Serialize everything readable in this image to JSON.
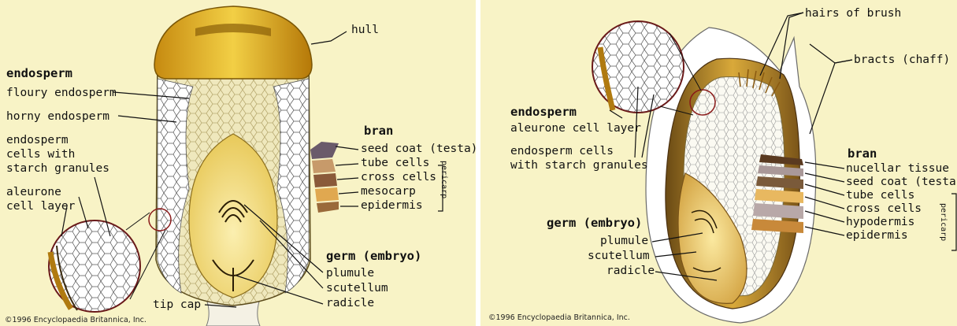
{
  "colors": {
    "background": "#f8f3c6",
    "hull": "#e2b21c",
    "endosperm": "#eee7b8",
    "germ": "#f6e28a",
    "line": "#111111"
  },
  "left": {
    "endosperm_heading": "endosperm",
    "floury": "floury endosperm",
    "horny": "horny endosperm",
    "cells_line1": "endosperm",
    "cells_line2": "cells with",
    "cells_line3": "starch granules",
    "aleurone_line1": "aleurone",
    "aleurone_line2": "cell layer",
    "hull": "hull",
    "bran_heading": "bran",
    "seed_coat": "seed coat (testa)",
    "tube_cells": "tube cells",
    "cross_cells": "cross cells",
    "mesocarp": "mesocarp",
    "epidermis": "epidermis",
    "pericarp": "pericarp",
    "germ_heading": "germ (embryo)",
    "plumule": "plumule",
    "scutellum": "scutellum",
    "radicle": "radicle",
    "tip_cap": "tip cap",
    "copyright": "©1996 Encyclopaedia Britannica, Inc."
  },
  "right": {
    "hairs": "hairs of brush",
    "bracts": "bracts (chaff)",
    "endosperm_heading": "endosperm",
    "aleurone": "aleurone cell layer",
    "cells_line1": "endosperm cells",
    "cells_line2": "with starch granules",
    "bran_heading": "bran",
    "nucellar": "nucellar tissue",
    "seed_coat": "seed coat (testa)",
    "tube_cells": "tube cells",
    "cross_cells": "cross cells",
    "hypodermis": "hypodermis",
    "epidermis": "epidermis",
    "pericarp": "pericarp",
    "germ_heading": "germ (embryo)",
    "plumule": "plumule",
    "scutellum": "scutellum",
    "radicle": "radicle",
    "copyright": "©1996 Encyclopaedia Britannica, Inc."
  }
}
